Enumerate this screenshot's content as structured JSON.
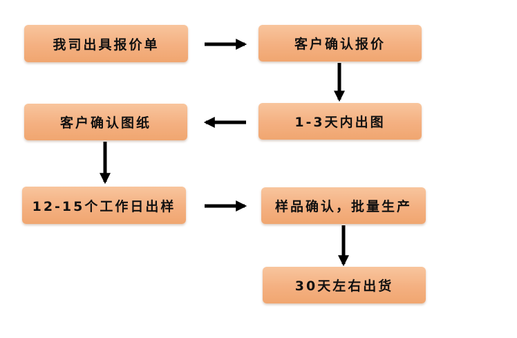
{
  "steps": [
    {
      "id": "s1",
      "label": "我司出具报价单"
    },
    {
      "id": "s2",
      "label": "客户确认报价"
    },
    {
      "id": "s3",
      "label": "1-3天内出图"
    },
    {
      "id": "s4",
      "label": "客户确认图纸"
    },
    {
      "id": "s5",
      "label": "12-15个工作日出样"
    },
    {
      "id": "s6",
      "label": "样品确认，批量生产"
    },
    {
      "id": "s7",
      "label": "30天左右出货"
    }
  ],
  "edges": [
    {
      "from": "s1",
      "to": "s2"
    },
    {
      "from": "s2",
      "to": "s3"
    },
    {
      "from": "s3",
      "to": "s4"
    },
    {
      "from": "s4",
      "to": "s5"
    },
    {
      "from": "s5",
      "to": "s6"
    },
    {
      "from": "s6",
      "to": "s7"
    }
  ],
  "colors": {
    "box": "#f4b081",
    "arrow": "#000000",
    "text": "#111111"
  }
}
